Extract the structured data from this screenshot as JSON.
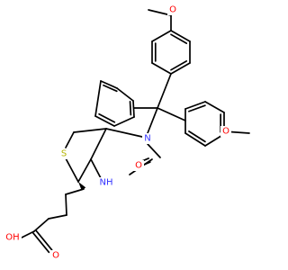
{
  "structure": {
    "atom_labels": {
      "methoxy_top_o": "O",
      "methoxy_right_o": "O",
      "n1": "N",
      "carbonyl_o": "O",
      "nh": "NH",
      "s": "S",
      "acid_o": "O",
      "oh": "OH"
    },
    "colors": {
      "bond": "#000000",
      "nitrogen": "#3333ff",
      "oxygen": "#ff0000",
      "sulfur": "#b3b300",
      "carbon": "#000000"
    }
  }
}
